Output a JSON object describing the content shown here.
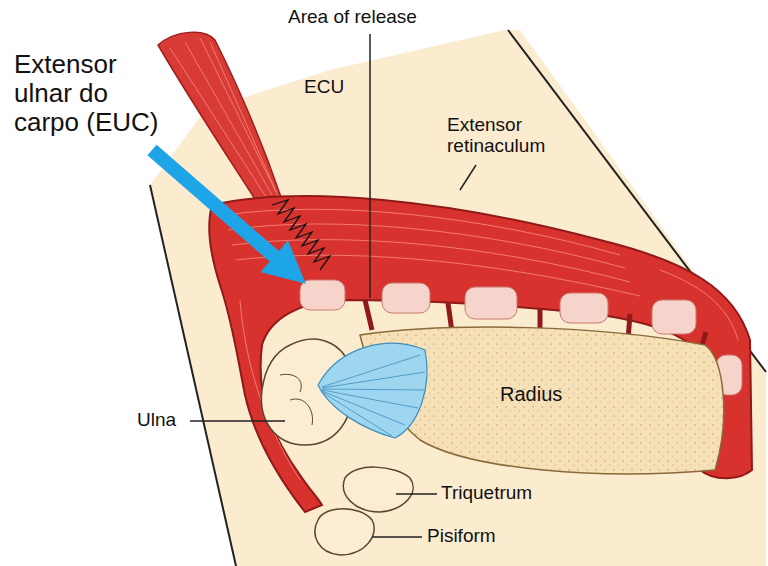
{
  "diagram": {
    "labels": [
      "Extensor ulnar do carpo (EUC)",
      "Area of release",
      "ECU",
      "Extensor retinaculum",
      "Radius",
      "Ulna",
      "Triquetrum",
      "Pisiform"
    ]
  }
}
